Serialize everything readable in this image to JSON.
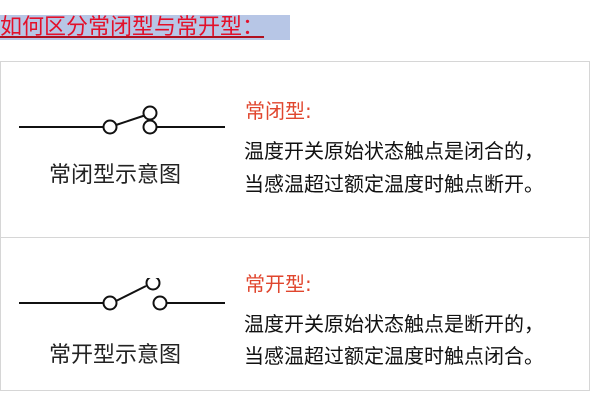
{
  "title": "如何区分常闭型与常开型：",
  "closed": {
    "diagram_caption": "常闭型示意图",
    "heading": "常闭型:",
    "line1": "温度开关原始状态触点是闭合的，",
    "line2": "当感温超过额定温度时触点断开。"
  },
  "open": {
    "diagram_caption": "常开型示意图",
    "heading": "常开型:",
    "line1": "温度开关原始状态触点是断开的，",
    "line2": "当感温超过额定温度时触点闭合。"
  },
  "colors": {
    "title_text": "#e3102a",
    "title_bg": "#b7c6e6",
    "heading": "#e0462e",
    "body_text": "#111111",
    "border": "#d6d6d6"
  },
  "icons": [
    "closed-switch-symbol",
    "open-switch-symbol"
  ]
}
